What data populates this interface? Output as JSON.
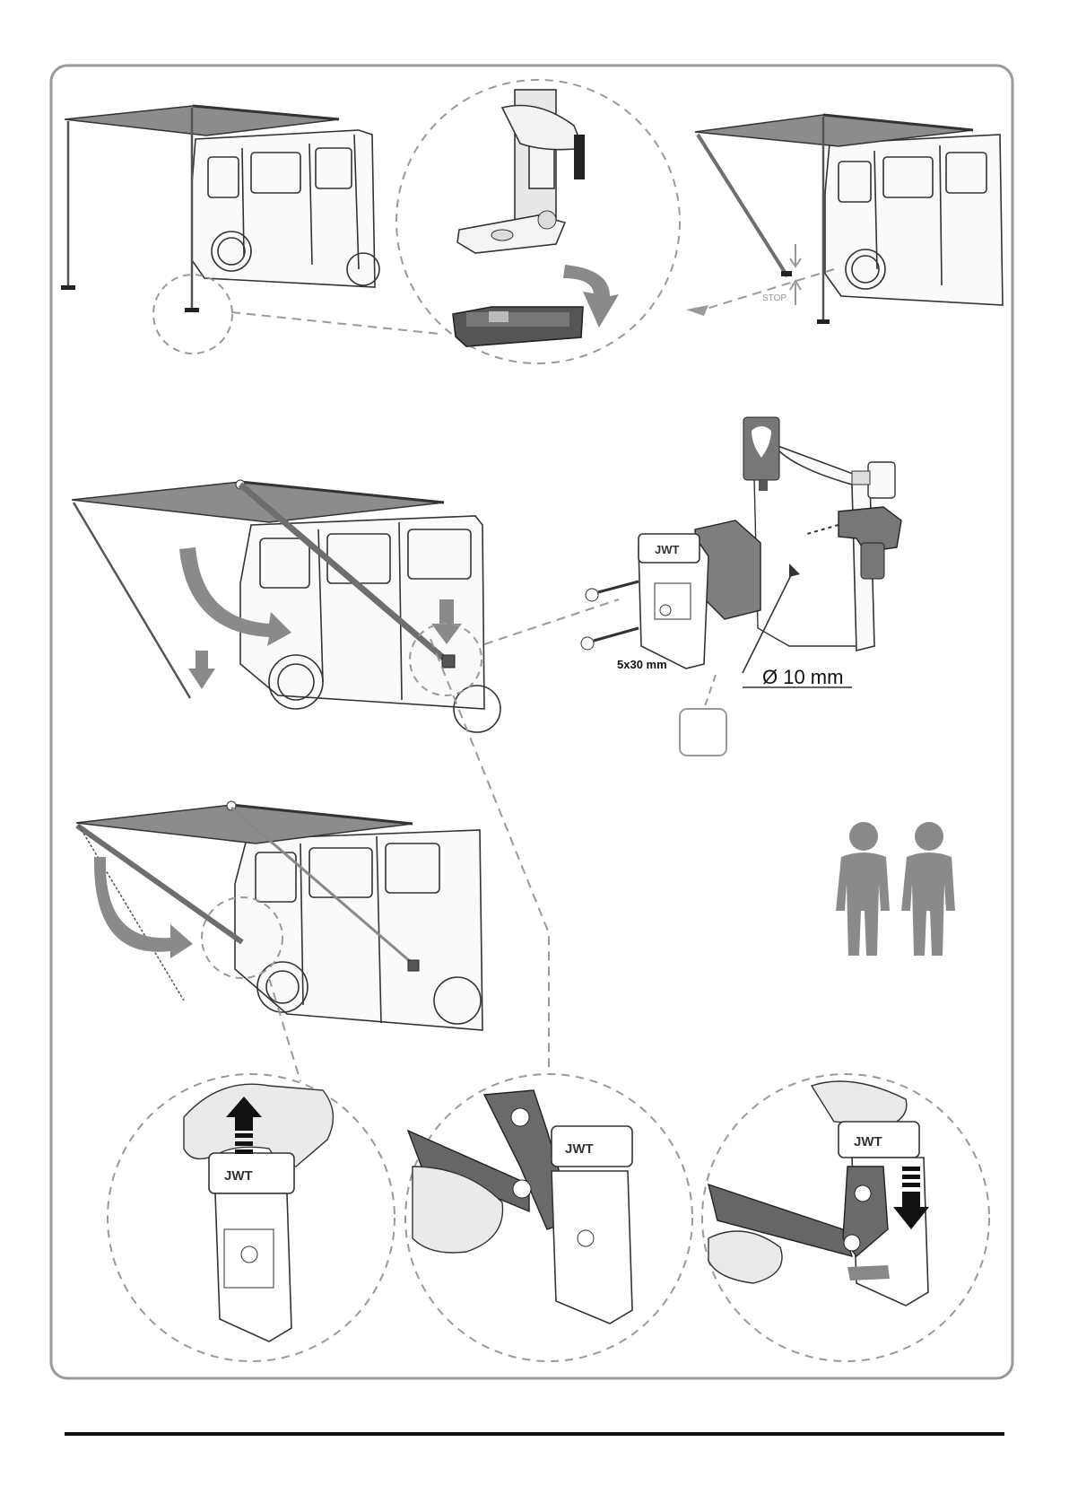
{
  "labels": {
    "stop": "STOP",
    "screw_size": "5x30 mm",
    "drill_diameter": "Ø 10 mm",
    "logo_text": "JWT"
  },
  "colors": {
    "frame_stroke": "#9a9a9a",
    "dashed": "#999999",
    "canopy": "#8c8c8c",
    "arrow_fill": "#8a8a8a",
    "people": "#8a8a8a",
    "line_art": "#333333",
    "pole": "#6e6e6e",
    "bracket": "#7f7f7f",
    "footer_rule": "#111111"
  },
  "icons": {
    "people": "two-people-icon",
    "drill": "drill-icon",
    "sealant": "sealant-tube-icon",
    "screw": "screw-icon",
    "arrow": "curved-arrow-icon"
  }
}
